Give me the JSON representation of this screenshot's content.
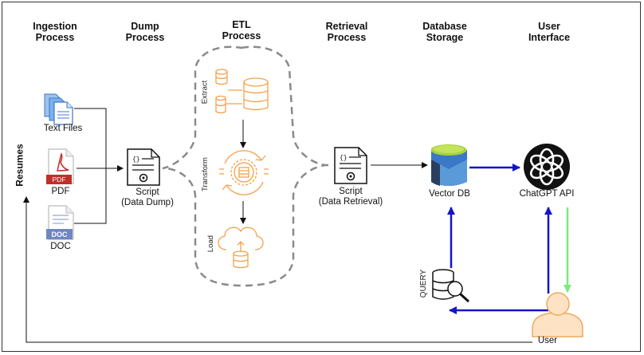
{
  "headers": {
    "ingestion": [
      "Ingestion",
      "Process"
    ],
    "dump": [
      "Dump",
      "Process"
    ],
    "etl": [
      "ETL",
      "Process"
    ],
    "retrieval": [
      "Retrieval",
      "Process"
    ],
    "database": [
      "Database",
      "Storage"
    ],
    "ui": [
      "User",
      "Interface"
    ]
  },
  "labels": {
    "resumes": "Resumes",
    "text_files": "Text Files",
    "pdf": "PDF",
    "pdf_badge": "PDF",
    "doc": "DOC",
    "doc_badge": "DOC",
    "script_dump": [
      "Script",
      "(Data Dump)"
    ],
    "extract": "Extract",
    "transform": "Transform",
    "load": "Load",
    "script_retrieval": [
      "Script",
      "(Data Retrieval)"
    ],
    "vector_db": "Vector DB",
    "chatgpt": "ChatGPT API",
    "query": "QUERY",
    "user": "User"
  },
  "colors": {
    "blue_arrow": "#1414c8",
    "green_arrow": "#7de87d",
    "orange": "#f5a04a",
    "pdf_red": "#c0302a",
    "doc_blue": "#6f86c2",
    "db_green": "#a6d23a",
    "db_blue": "#3c78c8",
    "user_fill": "#fde3c4",
    "user_stroke": "#f0a860"
  }
}
